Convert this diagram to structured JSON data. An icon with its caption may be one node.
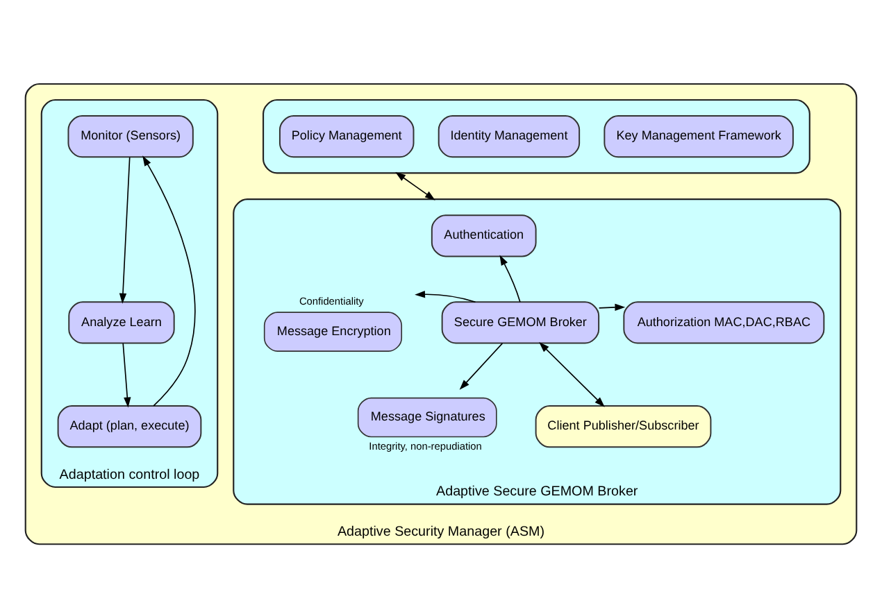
{
  "diagram": {
    "nodes": [
      {
        "text": [
          "Adaptive Security Manager (ASM)"
        ]
      },
      {
        "text": [],
        "shape": "box",
        "in": 0
      },
      {
        "text": [
          "Policy Management"
        ],
        "in": 1
      },
      {
        "text": [
          "Identity Management"
        ],
        "in": 1
      },
      {
        "text": [
          "Key Management Framework"
        ],
        "in": 1
      },
      {
        "text": [
          "Adaptive Secure GEMOM Broker"
        ],
        "in": 0
      },
      {
        "text": [
          "Authentication"
        ],
        "in": 5
      },
      {
        "text": [
          "Message Encryption"
        ],
        "in": 5,
        "beside": [
          "Confidentiality"
        ]
      },
      {
        "text": [
          "Secure GEMOM Broker"
        ],
        "in": 5
      },
      {
        "text": [
          "Authorization MAC,DAC,RBAC"
        ],
        "in": 5
      },
      {
        "text": [
          "Message Signatures"
        ],
        "in": 5,
        "beside": [
          "Integrity, non-repudiation"
        ]
      },
      {
        "text": [
          "Client Publisher/Subscriber"
        ],
        "in": 5
      },
      {
        "text": [
          "Adaptation control loop"
        ],
        "in": 0
      },
      {
        "text": [
          "Monitor (Sensors)"
        ],
        "in": 12
      },
      {
        "text": [
          "Analyze Learn"
        ],
        "in": 12
      },
      {
        "text": [
          "Adapt (plan, execute)"
        ],
        "in": 12
      }
    ],
    "edges": [
      {
        "from": 1,
        "to": 5,
        "arrow": "both"
      },
      {
        "from": 8,
        "to": 6,
        "arrow": "to"
      },
      {
        "from": 8,
        "to": 7,
        "arrow": "to"
      },
      {
        "from": 8,
        "to": 9,
        "arrow": "to"
      },
      {
        "from": 8,
        "to": 10,
        "arrow": "to"
      },
      {
        "from": 8,
        "to": 11,
        "arrow": "both"
      },
      {
        "from": 13,
        "to": 14,
        "arrow": "to"
      },
      {
        "from": 14,
        "to": 15,
        "arrow": "to"
      },
      {
        "from": 15,
        "to": 13,
        "arrow": "to"
      }
    ]
  }
}
